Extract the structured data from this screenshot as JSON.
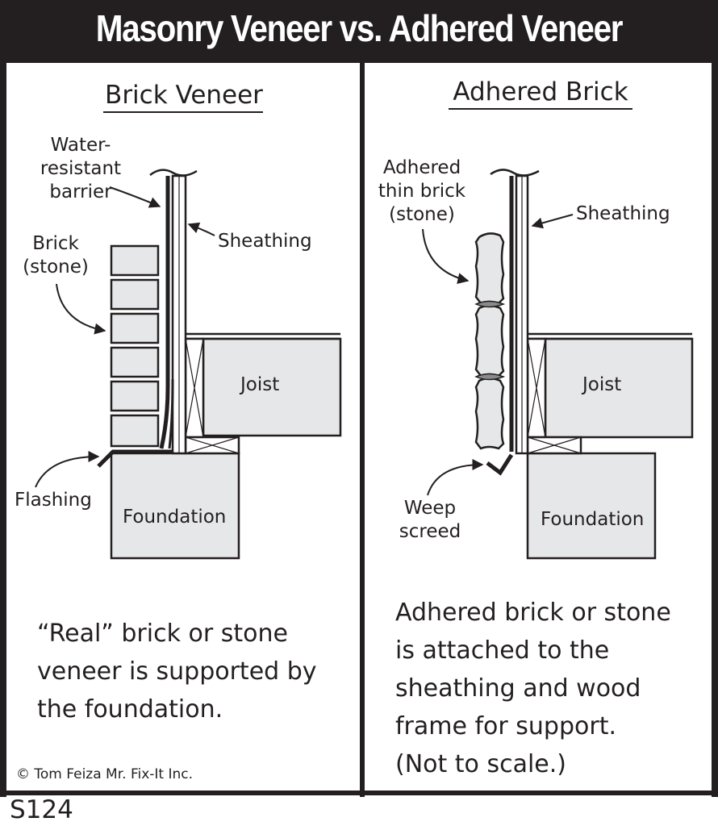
{
  "title": "Masonry Veneer vs. Adhered Veneer",
  "left": {
    "heading": "Brick Veneer",
    "labels": {
      "barrier_1": "Water-",
      "barrier_2": "resistant",
      "barrier_3": "barrier",
      "sheathing": "Sheathing",
      "brick_1": "Brick",
      "brick_2": "(stone)",
      "joist": "Joist",
      "flashing": "Flashing",
      "foundation": "Foundation"
    },
    "caption": [
      "“Real” brick or stone",
      "veneer is supported by",
      "the foundation."
    ]
  },
  "right": {
    "heading": "Adhered Brick",
    "labels": {
      "thin_1": "Adhered",
      "thin_2": "thin brick",
      "thin_3": "(stone)",
      "sheathing": "Sheathing",
      "joist": "Joist",
      "weep_1": "Weep",
      "weep_2": "screed",
      "foundation": "Foundation"
    },
    "caption": [
      "Adhered brick or stone",
      "is attached to the",
      "sheathing and wood",
      "frame for support.",
      "(Not to scale.)"
    ]
  },
  "copyright": "© Tom Feiza Mr. Fix-It Inc.",
  "code": "S124",
  "colors": {
    "ink": "#231f20",
    "fill": "#e6e7e8",
    "mortar": "#8a8a8a"
  }
}
